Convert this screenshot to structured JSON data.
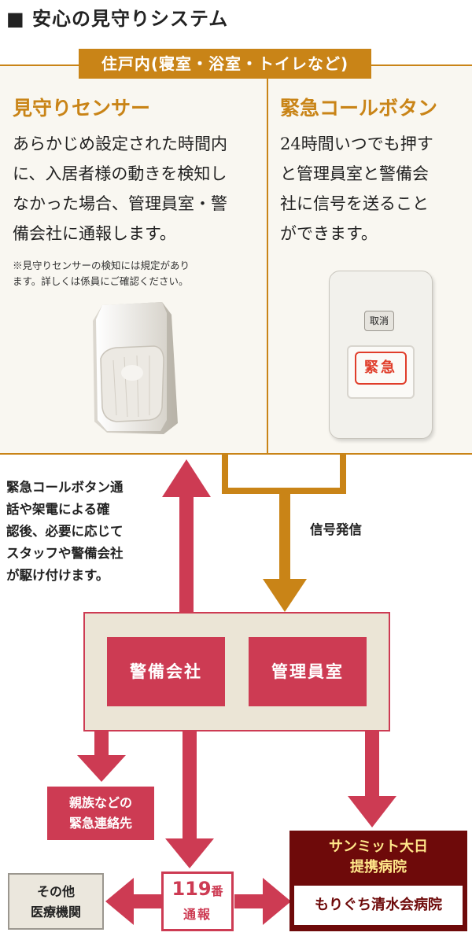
{
  "page_title": "■ 安心の見守りシステム",
  "residence_label": "住戸内(寝室・浴室・トイレなど)",
  "sensor": {
    "heading": "見守りセンサー",
    "lines": [
      "あらかじめ設定された時間内",
      "に、入居者様の動きを検知し",
      "なかった場合、管理員室・警",
      "備会社に通報します。"
    ],
    "note_lines": [
      "※見守りセンサーの検知には規定があり",
      "ます。詳しくは係員にご確認ください。"
    ]
  },
  "call_button": {
    "heading": "緊急コールボタン",
    "lines": [
      "24時間いつでも押す",
      "と管理員室と警備会",
      "社に信号を送ること",
      "ができます。"
    ],
    "device_cancel_label": "取消",
    "device_emergency_label": "緊急"
  },
  "dispatch_note_lines": [
    "緊急コールボタン通",
    "話や架電による確",
    "認後、必要に応じて",
    "スタッフや警備会社",
    "が駆け付けます。"
  ],
  "signal_label": "信号発信",
  "security_company": "警備会社",
  "management_office": "管理員室",
  "family_contact_lines": [
    "親族などの",
    "緊急連絡先"
  ],
  "call_119": {
    "number": "119",
    "suffix": "番",
    "line2": "通報"
  },
  "other_medical_lines": [
    "その他",
    "医療機関"
  ],
  "partner_hospital": {
    "title_lines": [
      "サンミット大日",
      "提携病院"
    ],
    "name": "もりぐち清水会病院"
  },
  "colors": {
    "accent_orange": "#c98417",
    "alert_red": "#cd3b53",
    "hospital_maroon": "#6e0a0a",
    "beige": "#ebe5d6"
  }
}
